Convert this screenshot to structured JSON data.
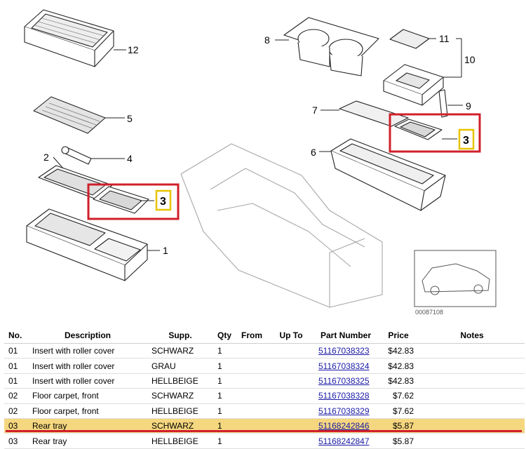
{
  "diagram": {
    "callouts": [
      "1",
      "2",
      "3",
      "4",
      "5",
      "6",
      "7",
      "8",
      "9",
      "10",
      "11",
      "12"
    ],
    "highlight_label": "3",
    "diagram_id": "00087108",
    "colors": {
      "highlight_box": "#d0202a",
      "highlight_label_box": "#e8c400"
    }
  },
  "table": {
    "headers": [
      "No.",
      "Description",
      "Supp.",
      "Qty",
      "From",
      "Up To",
      "Part Number",
      "Price",
      "Notes"
    ],
    "rows": [
      {
        "no": "01",
        "description": "Insert with roller cover",
        "supp": "SCHWARZ",
        "qty": "1",
        "from": "",
        "upto": "",
        "part": "51167038323",
        "price": "$42.83",
        "notes": ""
      },
      {
        "no": "01",
        "description": "Insert with roller cover",
        "supp": "GRAU",
        "qty": "1",
        "from": "",
        "upto": "",
        "part": "51167038324",
        "price": "$42.83",
        "notes": ""
      },
      {
        "no": "01",
        "description": "Insert with roller cover",
        "supp": "HELLBEIGE",
        "qty": "1",
        "from": "",
        "upto": "",
        "part": "51167038325",
        "price": "$42.83",
        "notes": ""
      },
      {
        "no": "02",
        "description": "Floor carpet, front",
        "supp": "SCHWARZ",
        "qty": "1",
        "from": "",
        "upto": "",
        "part": "51167038328",
        "price": "$7.62",
        "notes": ""
      },
      {
        "no": "02",
        "description": "Floor carpet, front",
        "supp": "HELLBEIGE",
        "qty": "1",
        "from": "",
        "upto": "",
        "part": "51167038329",
        "price": "$7.62",
        "notes": ""
      },
      {
        "no": "03",
        "description": "Rear tray",
        "supp": "SCHWARZ",
        "qty": "1",
        "from": "",
        "upto": "",
        "part": "51168242846",
        "price": "$5.87",
        "notes": ""
      },
      {
        "no": "03",
        "description": "Rear tray",
        "supp": "HELLBEIGE",
        "qty": "1",
        "from": "",
        "upto": "",
        "part": "51168242847",
        "price": "$5.87",
        "notes": ""
      }
    ],
    "highlighted_row": 5,
    "colors": {
      "row_highlight": "#f5d77f",
      "underline": "#d0202a",
      "link": "#1a1aa6"
    }
  }
}
